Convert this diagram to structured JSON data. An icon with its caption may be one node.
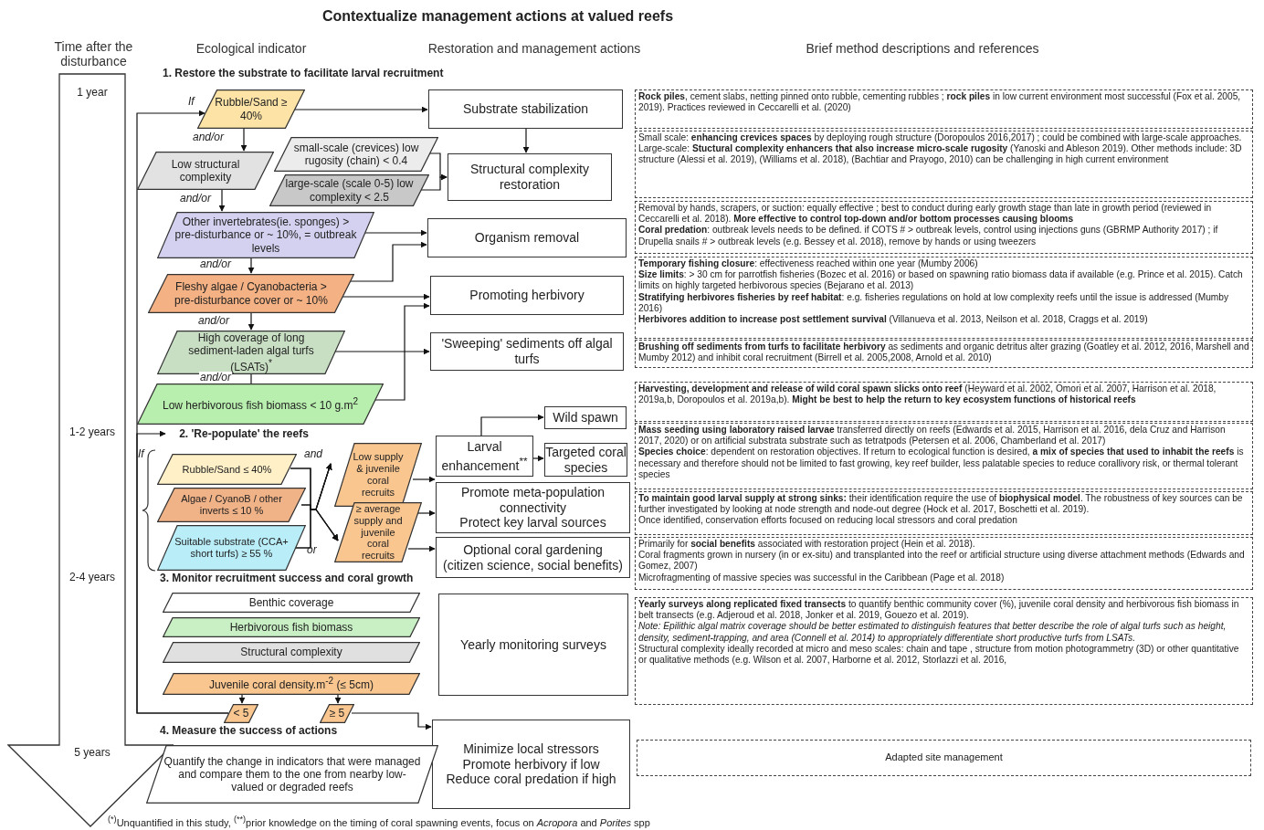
{
  "diagram": {
    "title": "Contextualize management actions at valued reefs",
    "caption": "$^{(*)}$Unquantified in this study, $^{(**)}$prior knowledge on the timing of coral spawning events, focus on *Acropora* and *Porites* spp",
    "nodes": [
      {
        "text": [
          "1 year",
          "1-2 years",
          "2-4 years",
          "5 years"
        ]
      },
      {
        "text": [
          "Rubble/Sand ≥ 40%"
        ],
        "beside": [
          "If"
        ]
      },
      {
        "text": [
          "Low structural complexity"
        ]
      },
      {
        "text": [
          "small-scale (crevices) low rugosity (chain) < 0.4"
        ]
      },
      {
        "text": [
          "large-scale (scale 0-5) low complexity < 2.5"
        ]
      },
      {
        "text": [
          "Other invertebrates(ie. sponges) > pre-disturbance or ~ 10%, = outbreak levels"
        ]
      },
      {
        "text": [
          "Fleshy algae / Cyanobacteria > pre-disturbance cover or ~ 10%"
        ]
      },
      {
        "text": [
          "High coverage of long sediment-laden algal turfs (LSATs)$^{*}$"
        ]
      },
      {
        "text": [
          "Low herbivorous fish biomass < 10 g.m$^{2}$"
        ]
      },
      {
        "text": [
          "Substrate stabilization"
        ]
      },
      {
        "text": [
          "Structural complexity restoration"
        ]
      },
      {
        "text": [
          "Organism removal"
        ]
      },
      {
        "text": [
          "Promoting herbivory"
        ]
      },
      {
        "text": [
          "'Sweeping' sediments off algal turfs"
        ]
      },
      {
        "text": [
          "2. 'Re-populate' the reefs"
        ]
      },
      {
        "text": [
          "Rubble/Sand ≤ 40%"
        ]
      },
      {
        "text": [
          "Algae / CyanoB / other inverts ≤ 10 %"
        ]
      },
      {
        "text": [
          "Suitable substrate (CCA+ short turfs) ≥ 55 %"
        ]
      },
      {
        "text": [
          "Low supply & juvenile coral recruits"
        ]
      },
      {
        "text": [
          "≥ average supply and juvenile coral recruits"
        ]
      },
      {
        "text": [
          "Larval enhancement$^{**}$"
        ]
      },
      {
        "text": [
          "Wild spawn"
        ]
      },
      {
        "text": [
          "Targeted coral species"
        ]
      },
      {
        "text": [
          "Promote meta-population connectivity",
          "Protect key larval sources"
        ]
      },
      {
        "text": [
          "Optional coral gardening",
          "(citizen science, social benefits)"
        ]
      },
      {
        "text": [
          "Benthic coverage"
        ]
      },
      {
        "text": [
          "Herbivorous fish biomass"
        ]
      },
      {
        "text": [
          "Structural complexity"
        ]
      },
      {
        "text": [
          "Juvenile coral density.m$^{-2}$ (≤ 5cm)"
        ]
      },
      {
        "text": [
          "Yearly monitoring surveys"
        ]
      },
      {
        "text": [
          "< 5"
        ]
      },
      {
        "text": [
          "≥ 5"
        ]
      },
      {
        "text": [
          "Minimize local stressors",
          "Promote herbivory if low",
          "Reduce coral predation if high"
        ]
      },
      {
        "text": [
          "Quantify the change in indicators that were managed and compare them to the one from nearby low-valued or degraded reefs"
        ]
      },
      {
        "text": [
          "**Rock piles**, cement slabs, netting pinned onto rubble, cementing rubbles ; **rock piles** in low current environment most successful (Fox et al. 2005, 2019). Practices reviewed in Ceccarelli et al. (2020)"
        ]
      },
      {
        "text": [
          "Small scale: **enhancing crevices spaces** by deploying rough structure (Doropoulos 2016,2017) ; could be combined with large-scale approaches.",
          "Large-scale: **Stuctural complexity enhancers that also increase micro-scale rugosity** (Yanoski and Ableson 2019). Other methods include: 3D structure (Alessi et al. 2019), (Williams et al. 2018), (Bachtiar and Prayogo, 2010) can be challenging in high current environment"
        ]
      },
      {
        "text": [
          "Removal by hands, scrapers, or suction: equally effective ; best to conduct during early growth stage than late in growth period (reviewed in Ceccarelli et al. 2018). **More effective to control top-down and/or bottom processes causing blooms**",
          "**Coral predation**: outbreak levels needs to be defined. if COTS # > outbreak levels, control using injections guns (GBRMP Authority 2017) ; if Drupella snails # > outbreak levels (e.g. Bessey et al. 2018), remove by hands or using tweezers"
        ]
      },
      {
        "text": [
          "**Temporary fishing closure**: effectiveness reached within one year (Mumby 2006)",
          "**Size limits**: > 30 cm for parrotfish fisheries (Bozec et al. 2016) or based on spawning ratio biomass data if available (e.g. Prince et al. 2015). Catch limits on highly targeted herbivorous species (Bejarano et al. 2013)",
          "**Stratifying herbivores fisheries by reef habitat**: e.g. fisheries regulations on hold at low complexity reefs until the issue is addressed (Mumby 2016)",
          "**Herbivores addition to increase post settlement survival** (Villanueva et al. 2013, Neilson et al. 2018, Craggs et al. 2019)"
        ]
      },
      {
        "text": [
          "**Brushing off sediments from turfs to facilitate herbivory** as sediments and organic detritus alter grazing (Goatley et al. 2012, 2016, Marshell and Mumby 2012) and inhibit coral recruitment (Birrell et al. 2005,2008, Arnold et al. 2010)"
        ]
      },
      {
        "text": [
          "**Harvesting, development and release of wild coral spawn slicks onto reef** (Heyward et al. 2002, Omori et al. 2007, Harrison et al. 2018, 2019a,b, Doropoulos et al. 2019a,b). **Might be best to help the return to key ecosystem functions of historical reefs**"
        ]
      },
      {
        "text": [
          "**Mass seeding using laboratory raised larvae** transferred directly on reefs (Edwards et al. 2015, Harrison et al. 2016, dela Cruz and Harrison 2017, 2020) or on artificial substrata substrate such as tetratpods (Petersen et al. 2006, Chamberland et al. 2017)",
          "**Species choice**: dependent on restoration objectives. If return to ecological function is desired, **a mix of species that used to inhabit the reefs** is necessary and therefore should not be limited to fast growing, key reef builder, less palatable species to reduce corallivory risk, or thermal tolerant species"
        ]
      },
      {
        "text": [
          "**To maintain good larval supply at strong sinks:** their identification require the use of **biophysical model**. The robustness of key sources can be further investigated by looking at node strength and node-out degree (Hock et al. 2017, Boschetti et al. 2019).",
          "Once identified, conservation efforts focused on reducing local stressors and coral predation"
        ]
      },
      {
        "text": [
          "Primarily for **social benefits** associated with restoration project (Hein et al. 2018).",
          "Coral fragments grown in nursery (in or ex-situ) and transplanted into the reef or artificial structure using diverse attachment methods (Edwards and Gomez, 2007)",
          "Microfragmenting of massive species was successful in the Caribbean (Page et al. 2018)"
        ]
      },
      {
        "text": [
          "**Yearly surveys along replicated fixed transects** to quantify benthic community cover (%), juvenile coral density and herbivorous fish biomass in belt transects (e.g. Adjeroud et al. 2018, Jonker et al. 2019, Gouezo et al. 2019).",
          "*Note: Epilithic algal matrix coverage should be better estimated to distinguish features that better describe the role of algal turfs such as height, density, sediment-trapping, and area (Connell et al. 2014) to appropriately differentiate short productive turfs from LSATs.*",
          "Structural complexity ideally recorded at micro and meso scales: chain and tape , structure from motion photogrammetry (3D) or other quantitative or qualitative methods (e.g. Wilson et al. 2007, Harborne et al. 2012, Storlazzi et al. 2016,"
        ]
      },
      {
        "text": [
          "Adapted site management"
        ]
      }
    ],
    "edges": [
      {
        "from": 1,
        "to": 9,
        "arrow": "to"
      },
      {
        "from": 1,
        "to": 2,
        "arrow": "to",
        "label": "and/or"
      },
      {
        "from": 9,
        "to": 10,
        "arrow": "to"
      },
      {
        "from": 3,
        "to": 10,
        "arrow": "to"
      },
      {
        "from": 4,
        "to": 10,
        "arrow": "to"
      },
      {
        "from": 2,
        "to": 5,
        "arrow": "to",
        "label": "and/or"
      },
      {
        "from": 5,
        "to": 11,
        "arrow": "to"
      },
      {
        "from": 5,
        "to": 6,
        "arrow": "to",
        "label": "and/or"
      },
      {
        "from": 6,
        "to": 11,
        "arrow": "to"
      },
      {
        "from": 6,
        "to": 12,
        "arrow": "to"
      },
      {
        "from": 6,
        "to": 7,
        "arrow": "to",
        "label": "and/or"
      },
      {
        "from": 7,
        "to": 13,
        "arrow": "to"
      },
      {
        "from": 7,
        "to": 8,
        "arrow": "none",
        "label": "and/or"
      },
      {
        "from": 8,
        "to": 12,
        "arrow": "to"
      },
      {
        "from": 30,
        "to": 1,
        "arrow": "to"
      },
      {
        "from": 30,
        "to": 14,
        "arrow": "to"
      },
      {
        "from": 15,
        "to": 18,
        "arrow": "to"
      },
      {
        "from": 16,
        "to": 18,
        "arrow": "to"
      },
      {
        "from": 17,
        "to": 18,
        "arrow": "to"
      },
      {
        "from": 15,
        "to": 19,
        "arrow": "to"
      },
      {
        "from": 16,
        "to": 19,
        "arrow": "to"
      },
      {
        "from": 17,
        "to": 19,
        "arrow": "to"
      },
      {
        "from": 18,
        "to": 20,
        "arrow": "to"
      },
      {
        "from": 20,
        "to": 21,
        "arrow": "to"
      },
      {
        "from": 20,
        "to": 22,
        "arrow": "to"
      },
      {
        "from": 19,
        "to": 23,
        "arrow": "to"
      },
      {
        "from": 19,
        "to": 24,
        "arrow": "to"
      },
      {
        "from": 28,
        "to": 30,
        "arrow": "to"
      },
      {
        "from": 28,
        "to": 31,
        "arrow": "to"
      },
      {
        "from": 31,
        "to": 32,
        "arrow": "to"
      }
    ],
    "labels": [
      "Time after the disturbance",
      "Ecological indicator",
      "Restoration and management actions",
      "Brief method descriptions and references",
      "1. Restore the substrate to facilitate larval recruitment",
      "If",
      "and",
      "or",
      "3. Monitor recruitment success and coral growth",
      "4. Measure the success of actions"
    ]
  }
}
